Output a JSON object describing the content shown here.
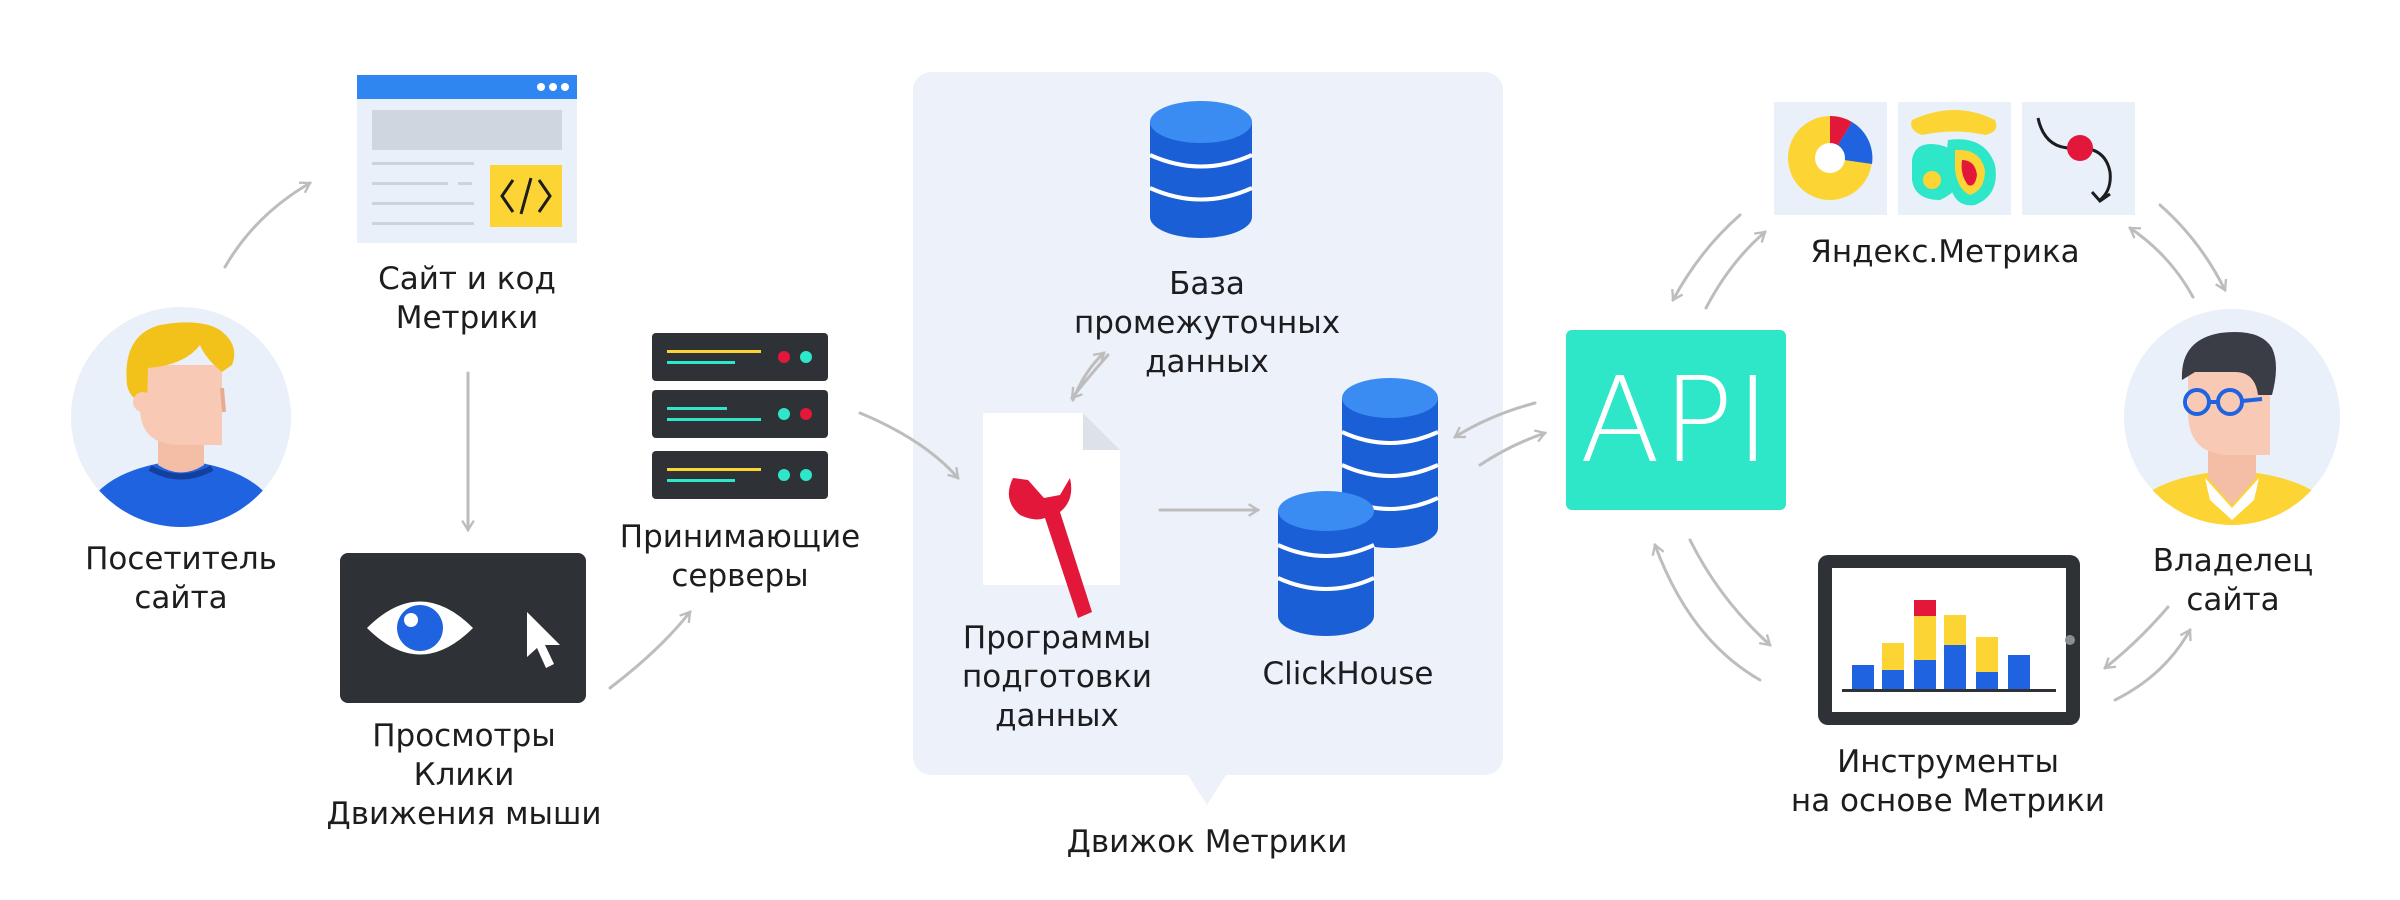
{
  "nodes": {
    "visitor": "Посетитель\nсайта",
    "site_code": "Сайт и код\nМетрики",
    "events": "Просмотры\nКлики\nДвижения мыши",
    "servers": "Принимающие\nсерверы",
    "intermediate_db": "База\nпромежуточных\nданных",
    "prep_programs": "Программы\nподготовки\nданных",
    "clickhouse": "ClickHouse",
    "engine": "Движок Метрики",
    "api": "API",
    "yandex_metrika": "Яндекс.Метрика",
    "tools": "Инструменты\nна основе Метрики",
    "owner": "Владелец\nсайта"
  },
  "colors": {
    "accent_blue": "#1f63e0",
    "db_blue": "#1a5fd6",
    "api_teal": "#2ee6c8",
    "red": "#e3173a",
    "yellow": "#fcd535",
    "engine_bg": "#ecf1fa",
    "arrow": "#bfbfbf"
  },
  "icons": [
    "browser-window-icon",
    "code-icon",
    "eye-icon",
    "cursor-icon",
    "server-rack-icon",
    "database-icon",
    "wrench-document-icon",
    "pie-chart-icon",
    "heatmap-icon",
    "path-icon",
    "bar-chart-monitor-icon"
  ]
}
